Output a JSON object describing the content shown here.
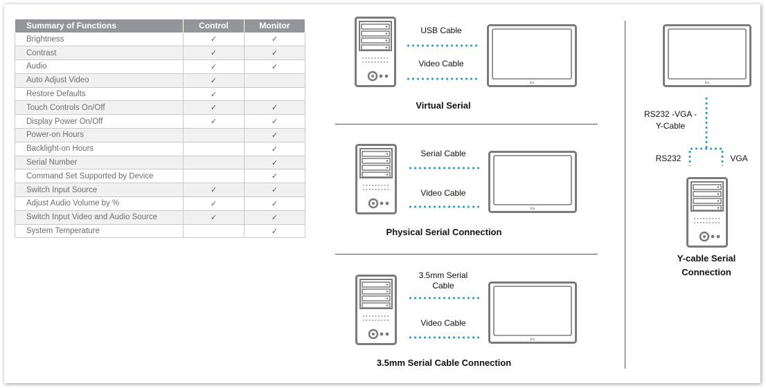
{
  "table": {
    "headers": [
      "Summary of Functions",
      "Control",
      "Monitor"
    ],
    "check_glyph": "✓",
    "rows": [
      {
        "name": "Brightness",
        "control": "✓",
        "monitor": "✓"
      },
      {
        "name": "Contrast",
        "control": "✓",
        "monitor": "✓"
      },
      {
        "name": "Audio",
        "control": "✓",
        "monitor": "✓"
      },
      {
        "name": "Auto Adjust Video",
        "control": "✓",
        "monitor": ""
      },
      {
        "name": "Restore Defaults",
        "control": "✓",
        "monitor": ""
      },
      {
        "name": "Touch Controls On/Off",
        "control": "✓",
        "monitor": "✓"
      },
      {
        "name": "Display Power On/Off",
        "control": "✓",
        "monitor": "✓"
      },
      {
        "name": "Power-on Hours",
        "control": "",
        "monitor": "✓"
      },
      {
        "name": "Backlight-on Hours",
        "control": "",
        "monitor": "✓"
      },
      {
        "name": "Serial Number",
        "control": "",
        "monitor": "✓"
      },
      {
        "name": "Command Set Supported by Device",
        "control": "",
        "monitor": "✓"
      },
      {
        "name": "Switch Input Source",
        "control": "✓",
        "monitor": "✓"
      },
      {
        "name": "Adjust Audio Volume by %",
        "control": "✓",
        "monitor": "✓"
      },
      {
        "name": "Switch Input Video and Audio Source",
        "control": "✓",
        "monitor": "✓"
      },
      {
        "name": "System Temperature",
        "control": "",
        "monitor": "✓"
      }
    ]
  },
  "diagrams": {
    "virtual": {
      "cable1": "USB Cable",
      "cable2": "Video Cable",
      "caption": "Virtual Serial"
    },
    "physical": {
      "cable1": "Serial Cable",
      "cable2": "Video Cable",
      "caption": "Physical Serial Connection"
    },
    "mm35": {
      "cable1_line1": "3.5mm Serial",
      "cable1_line2": "Cable",
      "cable2": "Video Cable",
      "caption": "3.5mm Serial Cable Connection"
    },
    "ycable": {
      "cable_line1": "RS232 -VGA -",
      "cable_line2": "Y-Cable",
      "left": "RS232",
      "right": "VGA",
      "caption_line1": "Y-cable Serial",
      "caption_line2": "Connection"
    }
  },
  "monitor_logo": "Elo",
  "colors": {
    "header_bg": "#939598",
    "row_alt": "#f1f1f2",
    "cable_dots": "#1f9ad7",
    "device_stroke": "#7a7a7a"
  }
}
